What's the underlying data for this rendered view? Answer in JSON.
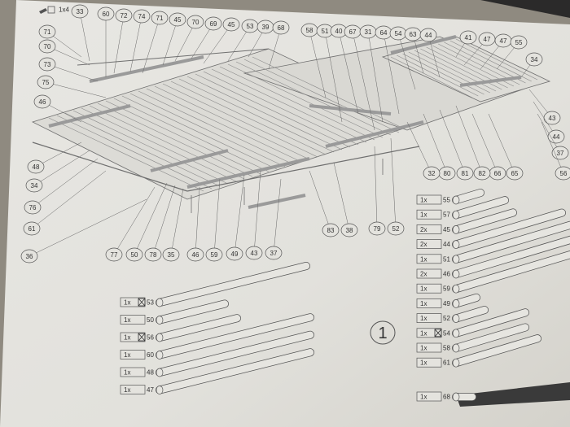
{
  "header": {
    "tool_qty": "1x4"
  },
  "page_number": "1",
  "top_callouts": [
    "33",
    "60",
    "72",
    "74",
    "71",
    "45",
    "70",
    "69",
    "45",
    "53",
    "39",
    "68",
    "58",
    "51",
    "40",
    "67",
    "31",
    "64",
    "54",
    "63",
    "44"
  ],
  "left_callouts": [
    "71",
    "70",
    "73",
    "75",
    "46",
    "48",
    "34",
    "76",
    "61",
    "36"
  ],
  "right_callouts": [
    "41",
    "47",
    "47",
    "55",
    "34",
    "43",
    "44",
    "37",
    "56",
    "65",
    "66",
    "82",
    "81",
    "80",
    "32"
  ],
  "bottom_callouts": [
    "77",
    "50",
    "78",
    "35",
    "46",
    "59",
    "49",
    "43",
    "37",
    "83",
    "38",
    "79",
    "52"
  ],
  "parts_left": [
    {
      "qty": "1x",
      "no": "53",
      "marked": true
    },
    {
      "qty": "1x",
      "no": "50",
      "marked": false
    },
    {
      "qty": "1x",
      "no": "56",
      "marked": true
    },
    {
      "qty": "1x",
      "no": "60",
      "marked": false
    },
    {
      "qty": "1x",
      "no": "48",
      "marked": false
    },
    {
      "qty": "1x",
      "no": "47",
      "marked": false
    }
  ],
  "parts_right": [
    {
      "qty": "1x",
      "no": "55",
      "marked": false
    },
    {
      "qty": "1x",
      "no": "57",
      "marked": false
    },
    {
      "qty": "2x",
      "no": "45",
      "marked": false
    },
    {
      "qty": "2x",
      "no": "44",
      "marked": false
    },
    {
      "qty": "1x",
      "no": "51",
      "marked": false
    },
    {
      "qty": "2x",
      "no": "46",
      "marked": false
    },
    {
      "qty": "1x",
      "no": "59",
      "marked": false
    },
    {
      "qty": "1x",
      "no": "49",
      "marked": false
    },
    {
      "qty": "1x",
      "no": "52",
      "marked": false
    },
    {
      "qty": "1x",
      "no": "54",
      "marked": true
    },
    {
      "qty": "1x",
      "no": "58",
      "marked": false
    },
    {
      "qty": "1x",
      "no": "61",
      "marked": false
    }
  ],
  "parts_bottom": [
    {
      "qty": "1x",
      "no": "68",
      "marked": false
    }
  ]
}
